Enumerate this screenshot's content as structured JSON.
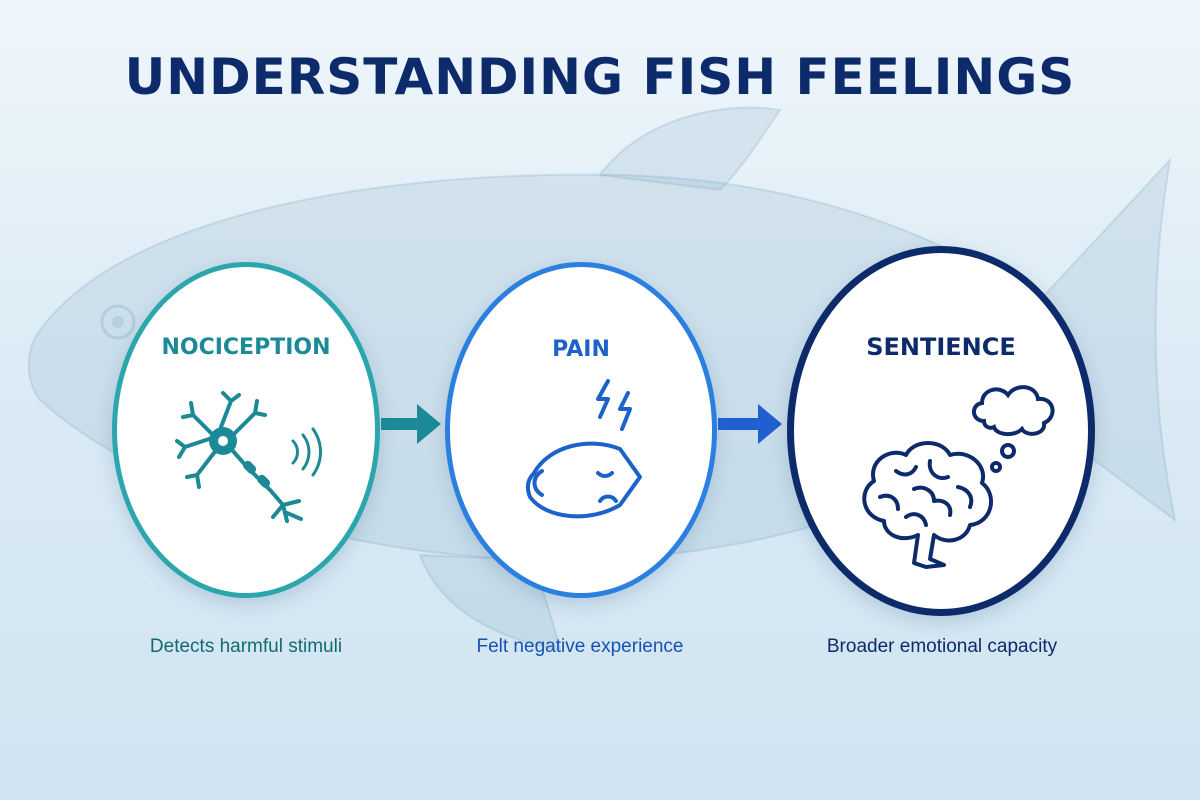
{
  "title": "UNDERSTANDING FISH FEELINGS",
  "stages": [
    {
      "label": "NOCICEPTION",
      "caption": "Detects harmful stimuli",
      "icon": "neuron-icon",
      "color": "#2ba6ad"
    },
    {
      "label": "PAIN",
      "caption": "Felt negative experience",
      "icon": "sad-fish-icon",
      "color": "#2b7fdf"
    },
    {
      "label": "SENTIENCE",
      "caption": "Broader emotional capacity",
      "icon": "brain-thought-icon",
      "color": "#0d2a6b"
    }
  ],
  "colors": {
    "title": "#0d2a6b",
    "teal": "#2ba6ad",
    "blue": "#2b7fdf",
    "navy": "#0d2a6b"
  },
  "decorations": [
    "fish-silhouette-background",
    "arrow-right-icon",
    "lightning-icon",
    "thought-bubble-icon"
  ]
}
